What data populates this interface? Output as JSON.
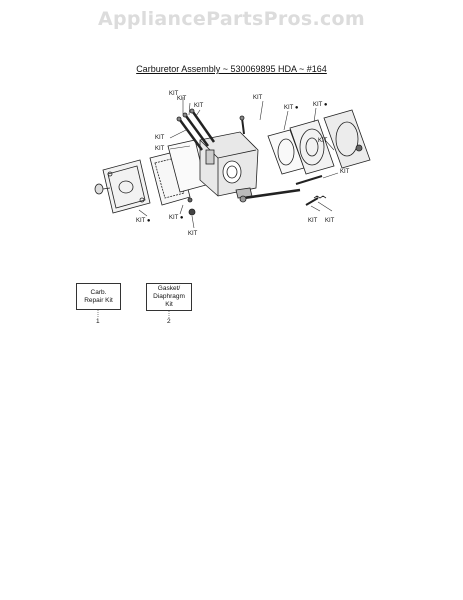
{
  "watermark": "AppliancePartsPros.com",
  "title": "Carburetor Assembly ~ 530069895 HDA ~ #164",
  "callouts": [
    "KIT",
    "KIT",
    "KIT",
    "KIT",
    "KIT ●",
    "KIT ●",
    "KIT",
    "KIT",
    "KIT ●",
    "KIT ●",
    "KIT",
    "KIT",
    "KIT",
    "KIT",
    "KIT"
  ],
  "kits": [
    {
      "label_line1": "Carb.",
      "label_line2": "Repair Kit",
      "label_line3": "",
      "number": "1"
    },
    {
      "label_line1": "Gasket/",
      "label_line2": "Diaphragm",
      "label_line3": "Kit",
      "number": "2"
    }
  ]
}
